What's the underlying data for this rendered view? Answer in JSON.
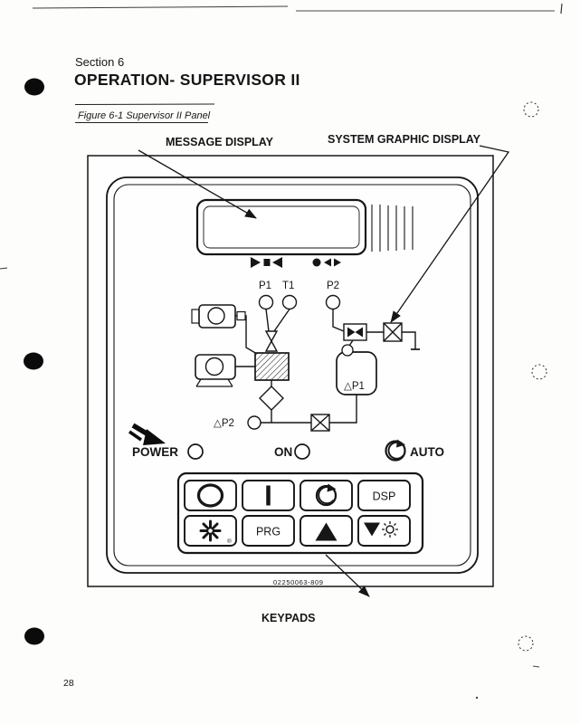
{
  "page": {
    "section_label": "Section 6",
    "title": "OPERATION- SUPERVISOR II",
    "figure_caption": "Figure 6-1 Supervisor II Panel",
    "part_number": "02250063-809",
    "page_number": "28"
  },
  "callouts": {
    "message_display": "MESSAGE DISPLAY",
    "system_graphic_display": "SYSTEM GRAPHIC DISPLAY",
    "keypads": "KEYPADS"
  },
  "panel": {
    "sensor_labels": {
      "p1": "P1",
      "t1": "T1",
      "p2": "P2",
      "dp1": "△P1",
      "dp2": "△P2"
    },
    "indicator_labels": {
      "power": "POWER",
      "on": "ON",
      "auto": "AUTO"
    },
    "keypad": {
      "dsp": "DSP",
      "prg": "PRG",
      "registered_mark": "®"
    },
    "icons": {
      "load": "inward-arrows-to-block",
      "unload": "dot-with-outward-arrows",
      "auto": "cycle-arrow-in-circle",
      "stop_button": "circle-outline",
      "start_button": "vertical-bar",
      "fan_button": "fan-asterisk",
      "up_button": "triangle-up",
      "down_button": "triangle-down-with-sun"
    }
  },
  "colors": {
    "ink": "#161616",
    "paper": "#fdfdfc"
  }
}
